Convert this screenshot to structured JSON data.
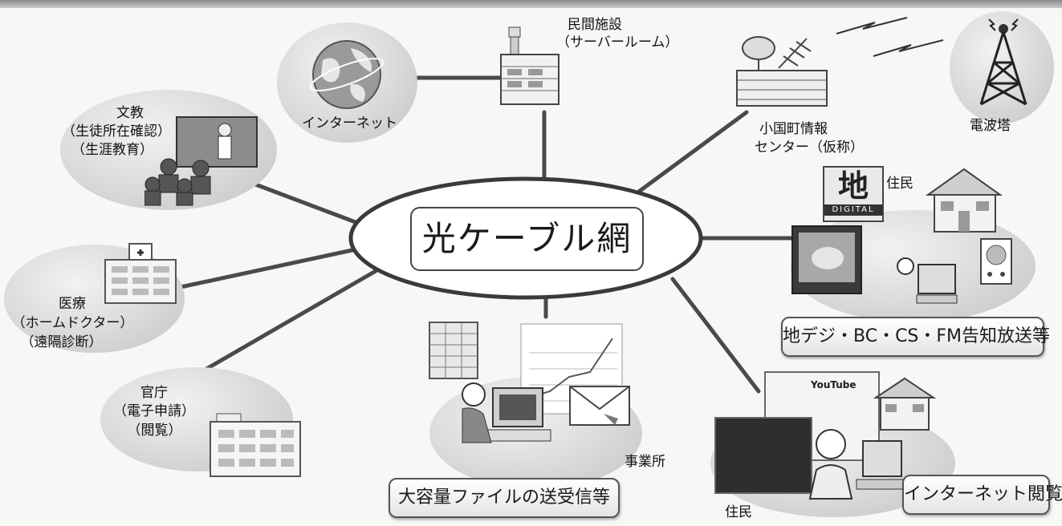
{
  "hub": {
    "title": "光ケーブル網"
  },
  "nodes": {
    "internet": {
      "label": "インターネット"
    },
    "server_room": {
      "line1": "民間施設",
      "line2": "（サーバールーム）"
    },
    "info_center": {
      "line1": "小国町情報",
      "line2": "センター（仮称）"
    },
    "radio_tower": {
      "label": "電波塔"
    },
    "education": {
      "line1": "文教",
      "line2": "（生徒所在確認）",
      "line3": "（生涯教育）"
    },
    "medical": {
      "line1": "医療",
      "line2": "（ホームドクター）",
      "line3": "（遠隔診断）"
    },
    "government": {
      "line1": "官庁",
      "line2": "（電子申請）",
      "line3": "（閲覧）"
    },
    "office": {
      "label": "事業所",
      "caption": "大容量ファイルの送受信等"
    },
    "residents_broadcast": {
      "label": "住民",
      "caption": "地デジ・BC・CS・FM告知放送等",
      "logo_text": "地",
      "logo_sub": "DIGITAL"
    },
    "residents_internet": {
      "label": "住民",
      "caption": "インターネット閲覧",
      "site_name": "YouTube"
    }
  },
  "colors": {
    "connector": "#4a4a4a",
    "blob": "#d3d3d3",
    "box_border": "#555555"
  }
}
